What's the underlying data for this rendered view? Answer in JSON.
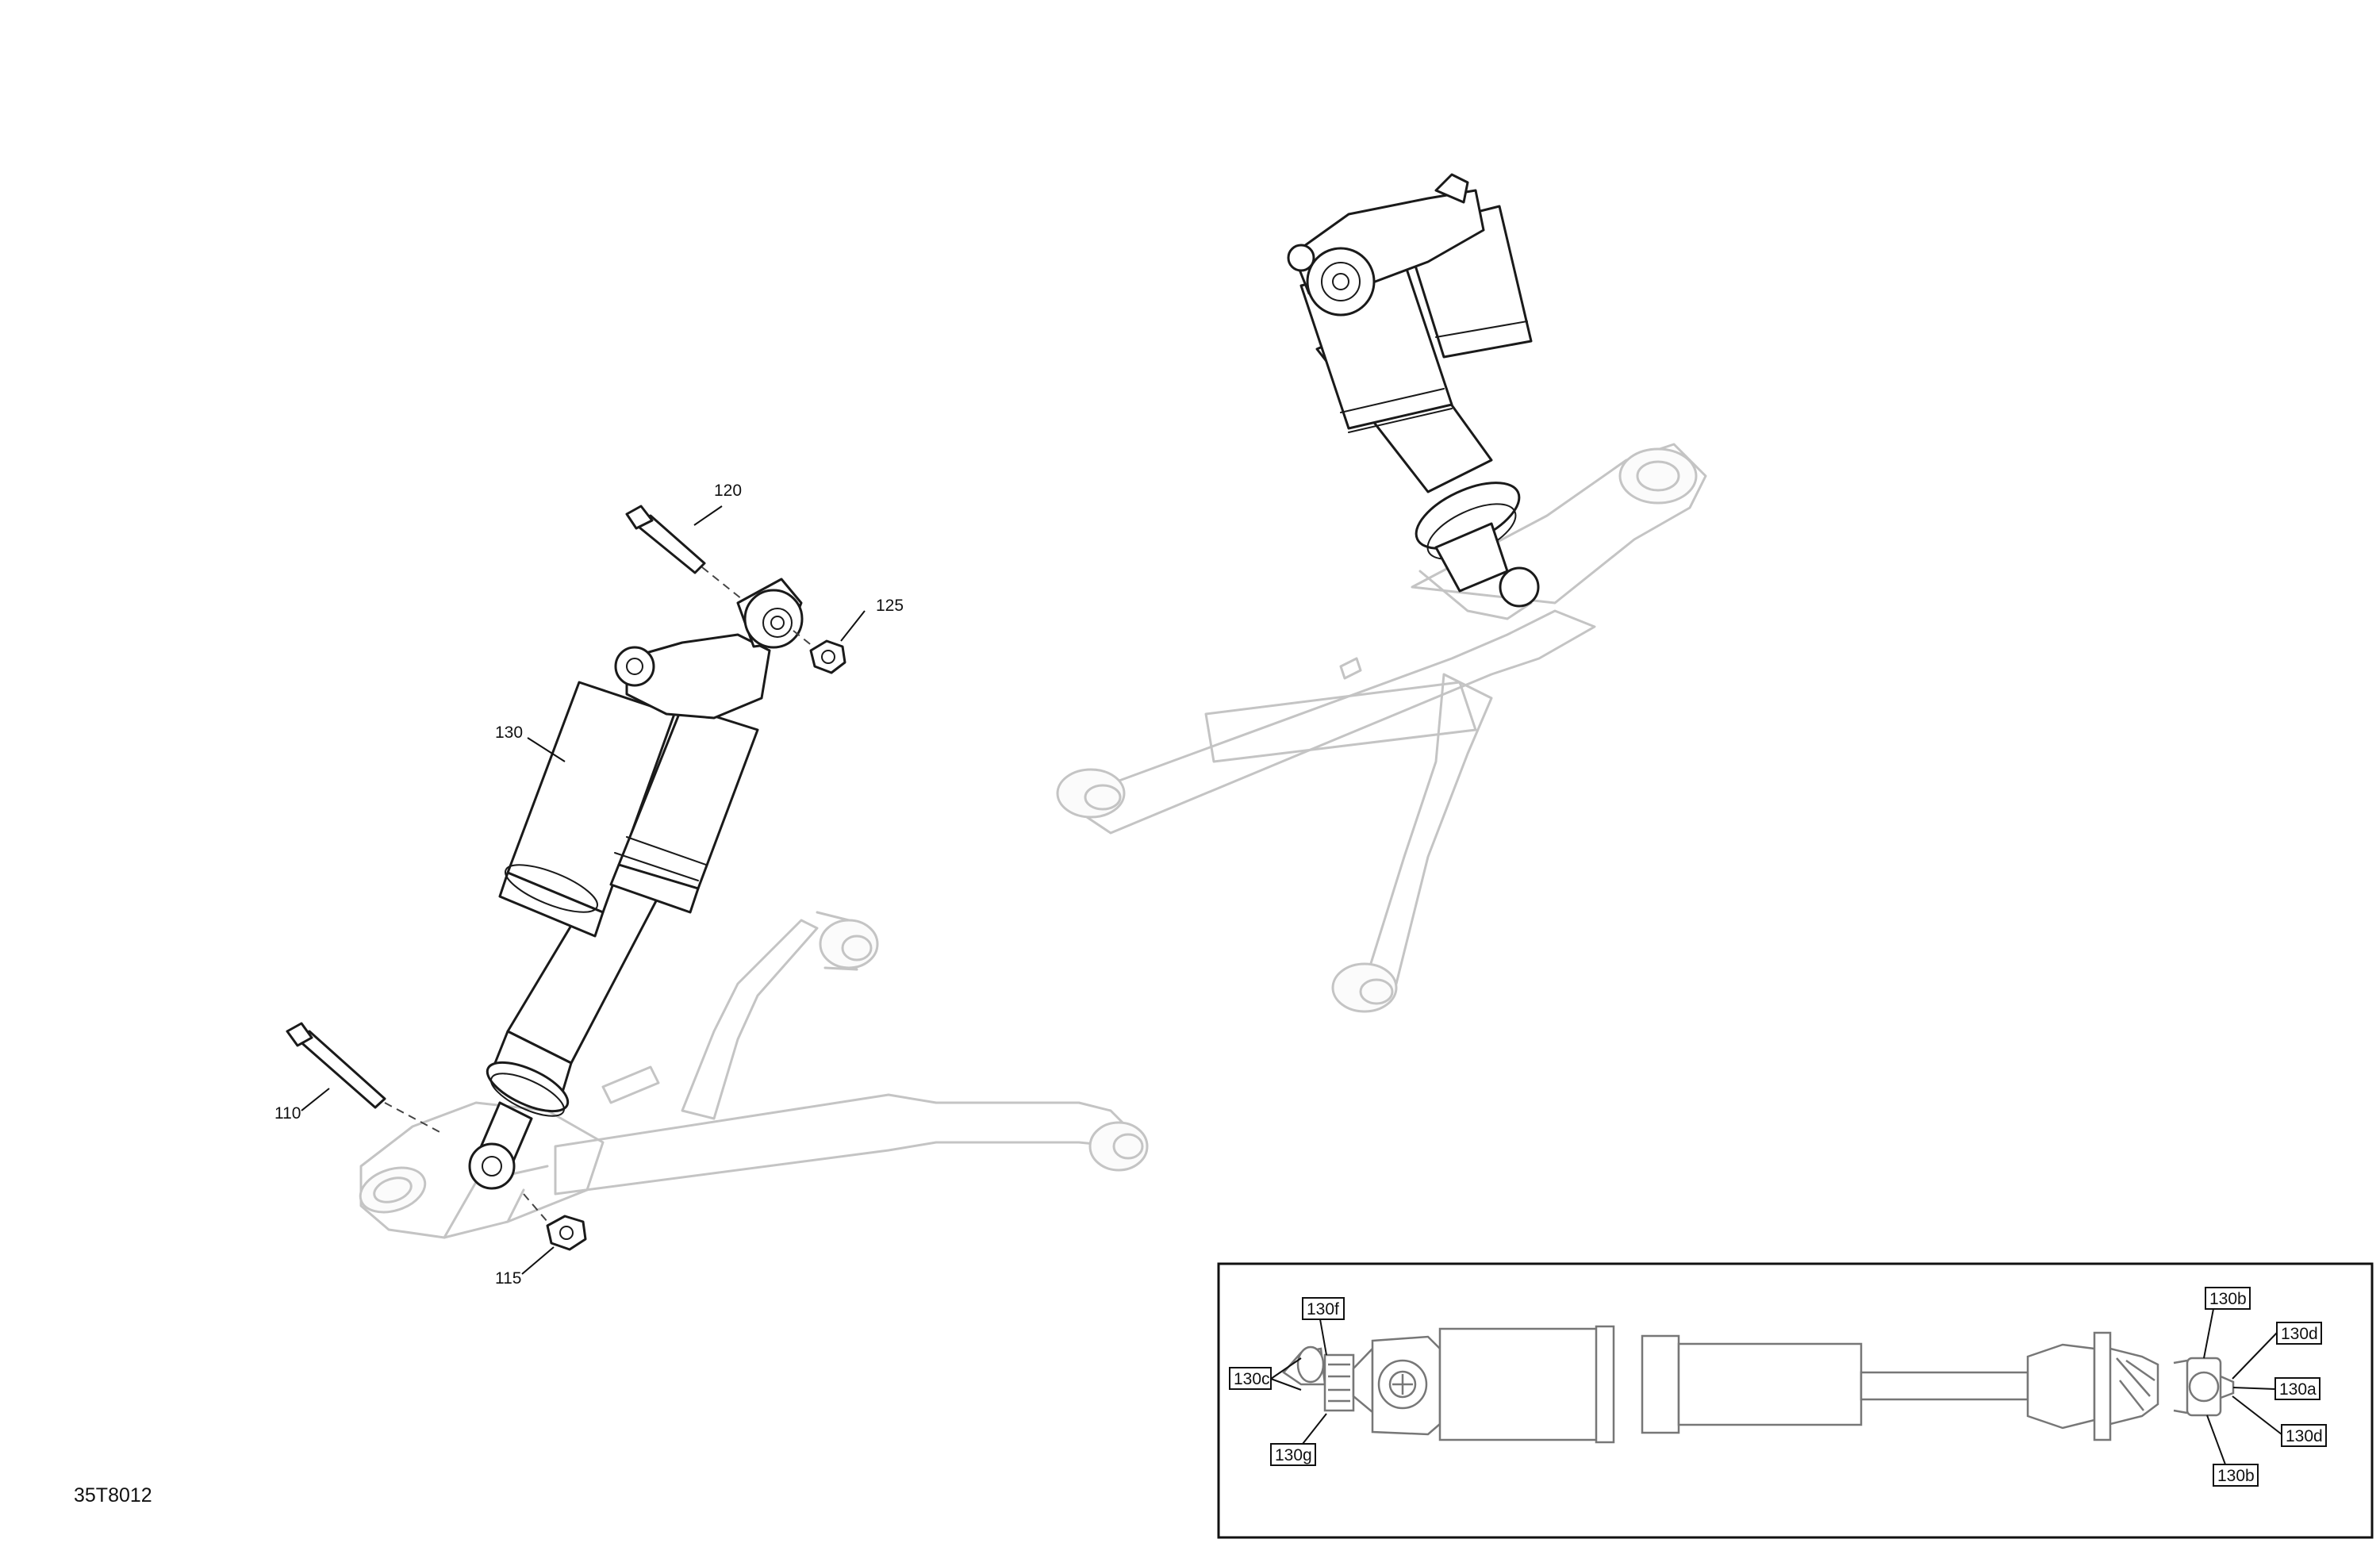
{
  "diagram": {
    "drawing_number": "35T8012",
    "callouts": [
      {
        "id": "120",
        "label": "120"
      },
      {
        "id": "125",
        "label": "125"
      },
      {
        "id": "130",
        "label": "130"
      },
      {
        "id": "110",
        "label": "110"
      },
      {
        "id": "115",
        "label": "115"
      }
    ],
    "detail_callouts": [
      {
        "id": "130f",
        "label": "130f"
      },
      {
        "id": "130c",
        "label": "130c"
      },
      {
        "id": "130g",
        "label": "130g"
      },
      {
        "id": "130b-top",
        "label": "130b"
      },
      {
        "id": "130d-top",
        "label": "130d"
      },
      {
        "id": "130a",
        "label": "130a"
      },
      {
        "id": "130d-bottom",
        "label": "130d"
      },
      {
        "id": "130b-bottom",
        "label": "130b"
      }
    ]
  }
}
